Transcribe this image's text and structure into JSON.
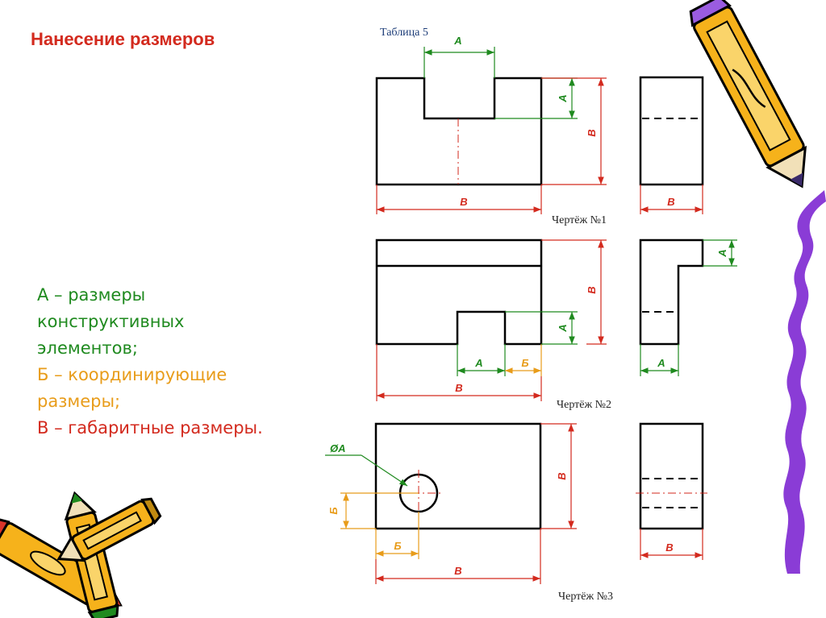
{
  "title": "Нанесение размеров",
  "table_caption": "Таблица 5",
  "legend": [
    {
      "text": "А – размеры",
      "color": "#1f8a1f"
    },
    {
      "text": "конструктивных",
      "color": "#1f8a1f"
    },
    {
      "text": "элементов;",
      "color": "#1f8a1f"
    },
    {
      "text": "Б – координирующие",
      "color": "#e89c1a"
    },
    {
      "text": "размеры;",
      "color": "#e89c1a"
    },
    {
      "text": "В – габаритные размеры.",
      "color": "#d32a1e"
    }
  ],
  "drawings": [
    {
      "caption": "Чертёж №1"
    },
    {
      "caption": "Чертёж №2"
    },
    {
      "caption": "Чертёж №3"
    }
  ],
  "dimension_labels": {
    "a": "А",
    "b": "Б",
    "v": "В",
    "diameter_a": "ØА"
  },
  "colors": {
    "title": "#d32a1e",
    "a_group": "#1f8a1f",
    "b_group": "#e89c1a",
    "v_group": "#d32a1e",
    "pencil_body": "#f6b21b",
    "pencil_outline": "#000000",
    "ribbon": "#8a3cd6"
  },
  "icons": [
    "pencil-icon",
    "pencils-icon",
    "ribbon-decoration"
  ]
}
